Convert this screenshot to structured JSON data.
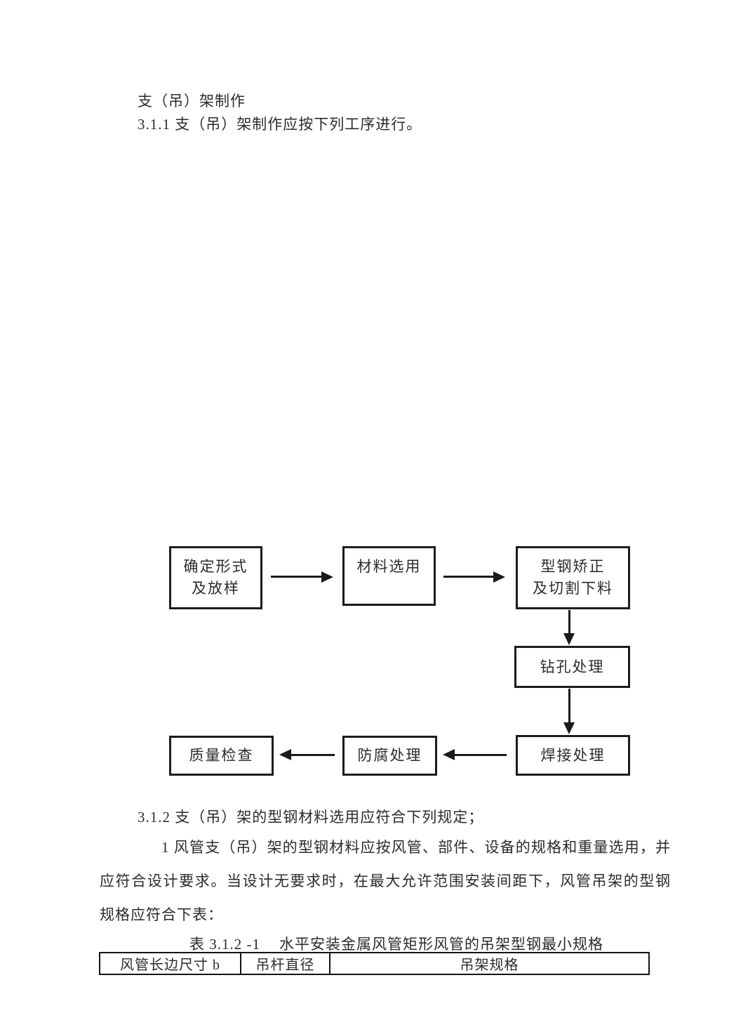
{
  "document": {
    "heading": "支（吊）架制作",
    "clause_3_1_1": "3.1.1 支（吊）架制作应按下列工序进行。",
    "clause_3_1_2": "3.1.2 支（吊）架的型钢材料选用应符合下列规定；",
    "paragraph": {
      "line1": "1 风管支（吊）架的型钢材料应按风管、部件、设备的规格和重量选用，并",
      "line2": "应符合设计要求。当设计无要求时，在最大允许范围安装间距下，风管吊架的型钢",
      "line3": "规格应符合下表："
    }
  },
  "flowchart": {
    "nodes": [
      {
        "id": "determine-form-layout",
        "label": "确定形式\n及放样"
      },
      {
        "id": "material-selection",
        "label": "材料选用"
      },
      {
        "id": "steel-straighten-cut",
        "label": "型钢矫正\n及切割下料"
      },
      {
        "id": "drilling",
        "label": "钻孔处理"
      },
      {
        "id": "welding",
        "label": "焊接处理"
      },
      {
        "id": "anti-corrosion",
        "label": "防腐处理"
      },
      {
        "id": "quality-inspection",
        "label": "质量检查"
      }
    ]
  },
  "table": {
    "caption_no": "表 3.1.2 -1",
    "caption_title": "水平安装金属风管矩形风管的吊架型钢最小规格",
    "headers": [
      "风管长边尺寸 b",
      "吊杆直径",
      "吊架规格"
    ]
  },
  "colors": {
    "text": "#2b2b2b",
    "line": "#1a1a1a",
    "background": "#ffffff"
  }
}
